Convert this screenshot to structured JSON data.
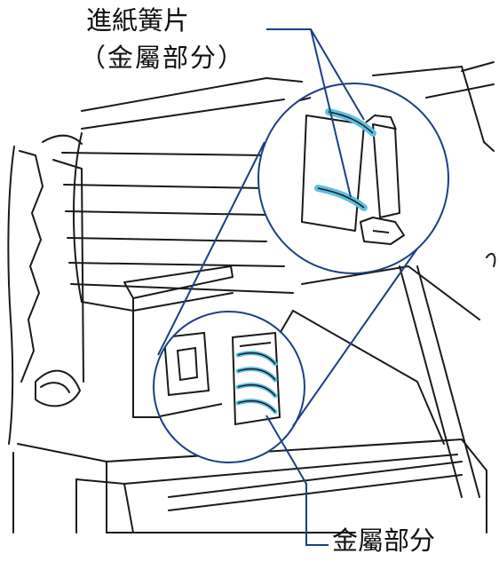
{
  "labels": {
    "callout_title": "進紙簧片",
    "callout_sub": "（金屬部分）",
    "bottom": "金屬部分"
  },
  "colors": {
    "callout_ring": "#1b3f86",
    "callout_line": "#1b3f86",
    "highlight": "#5cc0e0",
    "line_art": "#1a1a1a"
  },
  "icons": {
    "callout_zoom": "zoom-circle"
  }
}
